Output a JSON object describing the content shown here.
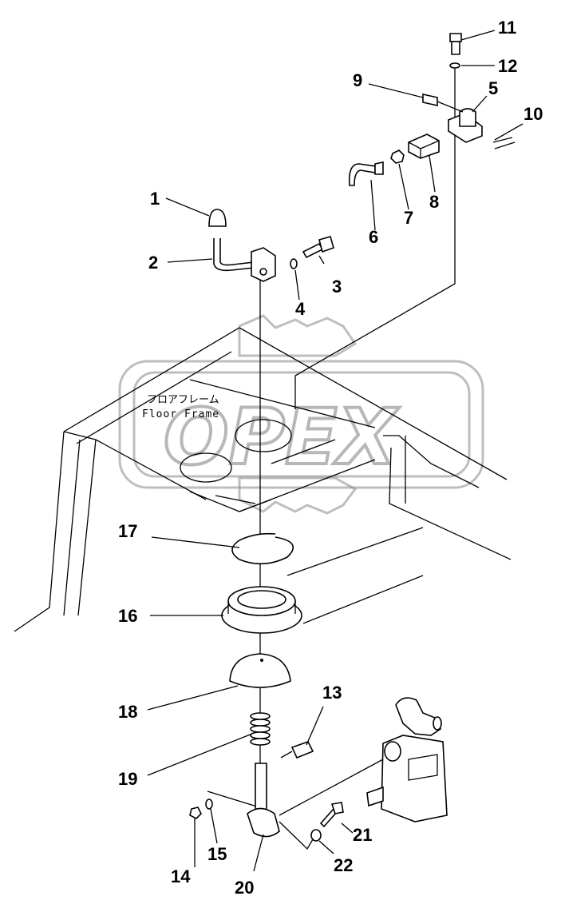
{
  "watermark": "OPEX",
  "frame_label": {
    "jp": "フロアフレーム",
    "en": "Floor Frame"
  },
  "callouts": [
    {
      "id": "1",
      "text": "1"
    },
    {
      "id": "2",
      "text": "2"
    },
    {
      "id": "3",
      "text": "3"
    },
    {
      "id": "4",
      "text": "4"
    },
    {
      "id": "5",
      "text": "5"
    },
    {
      "id": "6",
      "text": "6"
    },
    {
      "id": "7",
      "text": "7"
    },
    {
      "id": "8",
      "text": "8"
    },
    {
      "id": "9",
      "text": "9"
    },
    {
      "id": "10",
      "text": "10"
    },
    {
      "id": "11",
      "text": "11"
    },
    {
      "id": "12",
      "text": "12"
    },
    {
      "id": "13",
      "text": "13"
    },
    {
      "id": "14",
      "text": "14"
    },
    {
      "id": "15",
      "text": "15"
    },
    {
      "id": "16",
      "text": "16"
    },
    {
      "id": "17",
      "text": "17"
    },
    {
      "id": "18",
      "text": "18"
    },
    {
      "id": "19",
      "text": "19"
    },
    {
      "id": "20",
      "text": "20"
    },
    {
      "id": "21",
      "text": "21"
    },
    {
      "id": "22",
      "text": "22"
    }
  ],
  "colors": {
    "ink": "#000000",
    "watermark": "#7d7d7d",
    "background": "#ffffff"
  }
}
